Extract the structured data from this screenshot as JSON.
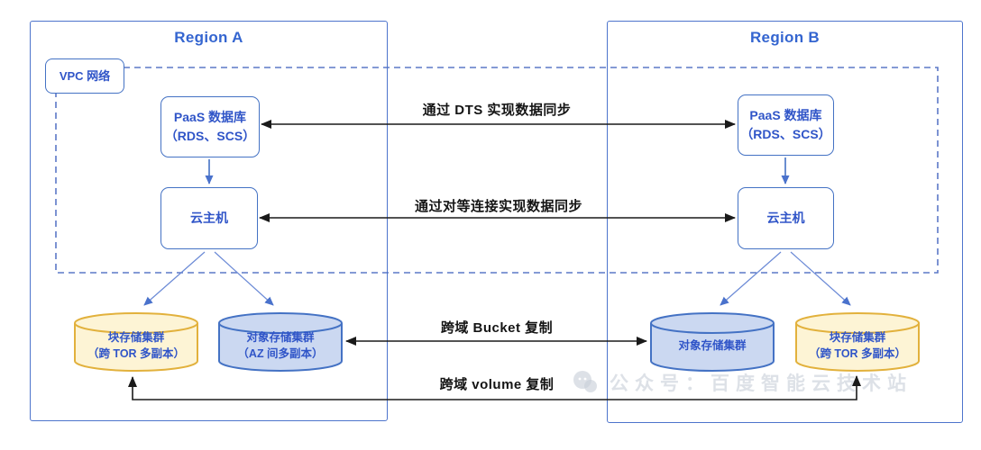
{
  "diagram": {
    "regions": {
      "a": "Region A",
      "b": "Region B"
    },
    "vpc": {
      "label": "VPC 网络"
    },
    "nodes": {
      "paas_a": {
        "line1": "PaaS 数据库",
        "line2": "（RDS、SCS）"
      },
      "host_a": {
        "label": "云主机"
      },
      "paas_b": {
        "line1": "PaaS 数据库",
        "line2": "（RDS、SCS）"
      },
      "host_b": {
        "label": "云主机"
      },
      "block_a": {
        "line1": "块存储集群",
        "line2": "（跨 TOR 多副本）"
      },
      "object_a": {
        "line1": "对象存储集群",
        "line2": "（AZ 间多副本）"
      },
      "object_b": {
        "line1": "对象存储集群"
      },
      "block_b": {
        "line1": "块存储集群",
        "line2": "（跨 TOR 多副本）"
      }
    },
    "links": {
      "dts": "通过 DTS 实现数据同步",
      "peering": "通过对等连接实现数据同步",
      "bucket": "跨域 Bucket 复制",
      "volume": "跨域 volume 复制"
    },
    "watermark": "公众号：百度智能云技术站",
    "colors": {
      "region_border": "#4d74cc",
      "node_border": "#4472c4",
      "blue_text": "#3055c8",
      "dashed_border": "#5b78c7",
      "yellow_fill": "#fdf4d5",
      "yellow_stroke": "#e2b13c",
      "blue_cyl_fill": "#cbd8f1",
      "blue_cyl_stroke": "#4472c4",
      "connector_black": "#1a1a1a"
    }
  }
}
